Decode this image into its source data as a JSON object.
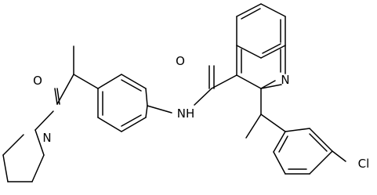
{
  "molecule": {
    "atoms": {
      "O_amide": "O",
      "N_quinoline": "N",
      "NH_amide": "NH",
      "O_ketone": "O",
      "N_pyrrolidine": "N",
      "Cl": "Cl"
    }
  },
  "colors": {
    "bond": "#000000",
    "label": "#000000",
    "background": "#ffffff"
  }
}
